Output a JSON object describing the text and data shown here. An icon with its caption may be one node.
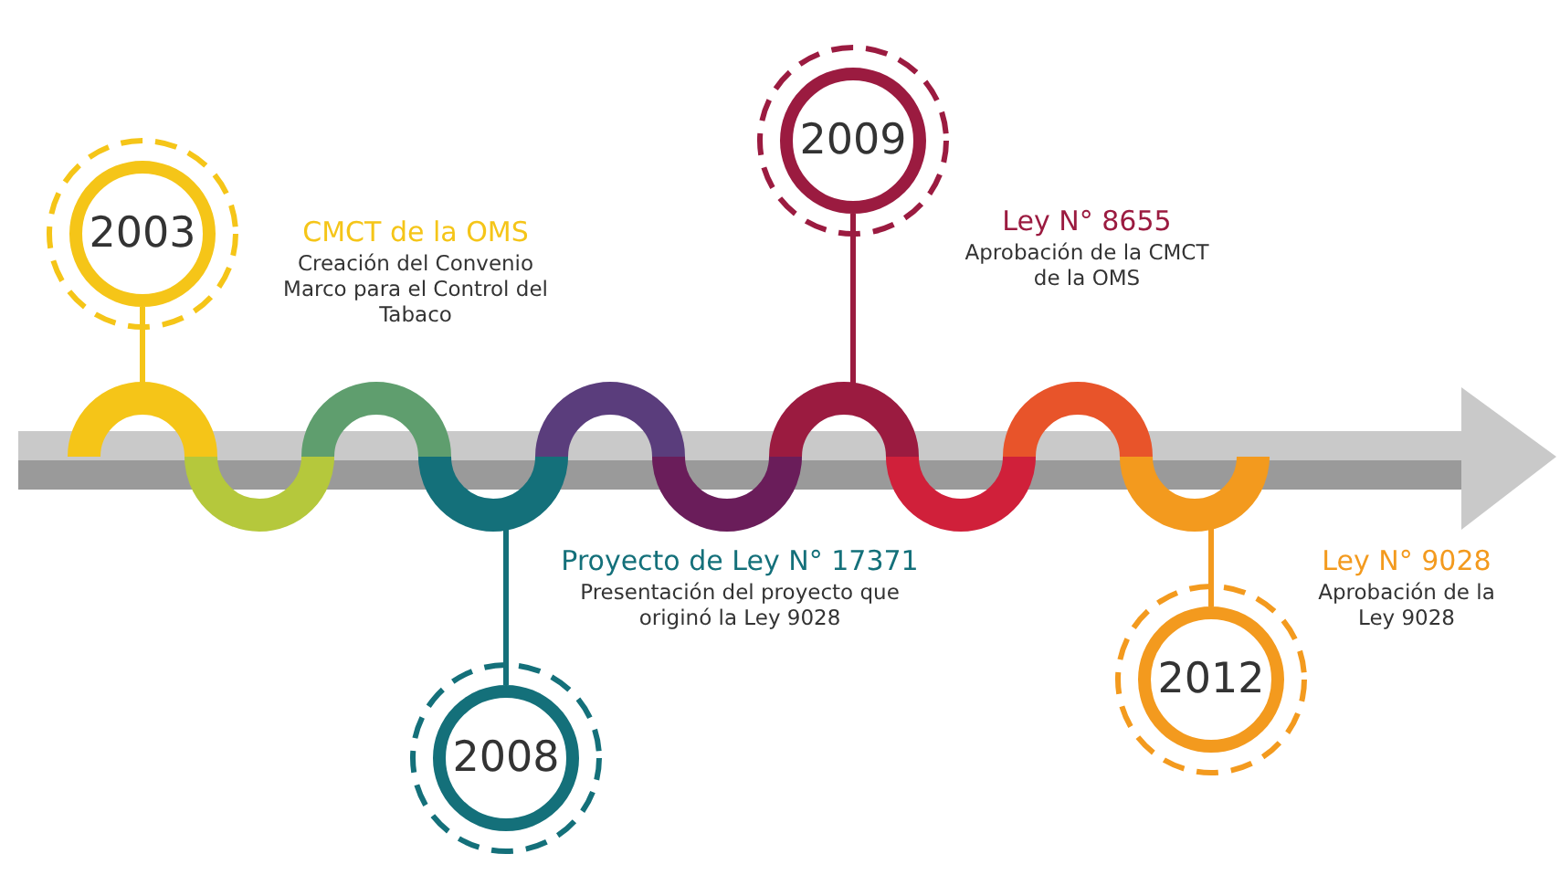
{
  "diagram": {
    "nodes": [
      {
        "text": [
          "2003"
        ],
        "beside": [
          "CMCT de la OMS",
          "Creación del Convenio Marco para el Control del Tabaco"
        ]
      },
      {
        "text": [
          "2008"
        ],
        "beside": [
          "Proyecto de Ley N° 17371",
          "Presentación del proyecto que originó la Ley 9028"
        ]
      },
      {
        "text": [
          "2009"
        ],
        "beside": [
          "Ley N° 8655",
          "Aprobación de la CMCT de la OMS"
        ]
      },
      {
        "text": [
          "2012"
        ],
        "beside": [
          "Ley N° 9028",
          "Aprobación de la Ley 9028"
        ]
      }
    ],
    "edges": [
      {
        "from": 0,
        "to": null,
        "arrow": "none",
        "color": "#f5c518"
      },
      {
        "from": 1,
        "to": null,
        "arrow": "none",
        "color": "#14707a"
      },
      {
        "from": 2,
        "to": null,
        "arrow": "none",
        "color": "#9b1b40"
      },
      {
        "from": 3,
        "to": null,
        "arrow": "none",
        "color": "#f39a1e"
      }
    ]
  }
}
